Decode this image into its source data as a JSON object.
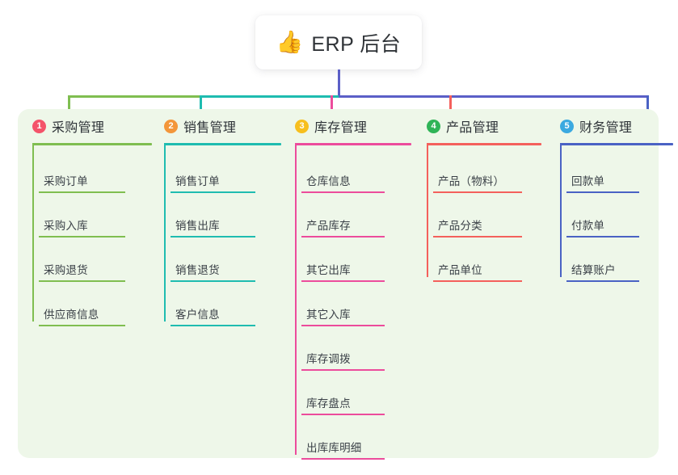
{
  "diagram": {
    "title": "ERP 后台",
    "root": {
      "label": "ERP 后台",
      "emoji": "👍",
      "emoji_name": "thumbs-up-emoji"
    },
    "panel_color": "#eef7e9",
    "root_connector_color": "#5b5fc7",
    "branches": [
      {
        "index": "1",
        "label": "采购管理",
        "badge_color": "#f4536a",
        "line_color": "#7fbe50",
        "connector_color": "#7fbe50",
        "items": [
          "采购订单",
          "采购入库",
          "采购退货",
          "供应商信息"
        ]
      },
      {
        "index": "2",
        "label": "销售管理",
        "badge_color": "#f3963a",
        "line_color": "#1fbcb0",
        "connector_color": "#1fbcb0",
        "items": [
          "销售订单",
          "销售出库",
          "销售退货",
          "客户信息"
        ]
      },
      {
        "index": "3",
        "label": "库存管理",
        "badge_color": "#f7bf1e",
        "line_color": "#ec4c9c",
        "connector_color": "#ec4c9c",
        "items": [
          "仓库信息",
          "产品库存",
          "其它出库",
          "其它入库",
          "库存调拨",
          "库存盘点",
          "出库库明细"
        ]
      },
      {
        "index": "4",
        "label": "产品管理",
        "badge_color": "#2fb457",
        "line_color": "#f4605c",
        "connector_color": "#f4605c",
        "items": [
          "产品（物料）",
          "产品分类",
          "产品单位"
        ]
      },
      {
        "index": "5",
        "label": "财务管理",
        "badge_color": "#3ba9e0",
        "line_color": "#4a62c4",
        "connector_color": "#4a62c4",
        "items": [
          "回款单",
          "付款单",
          "结算账户"
        ]
      }
    ]
  }
}
